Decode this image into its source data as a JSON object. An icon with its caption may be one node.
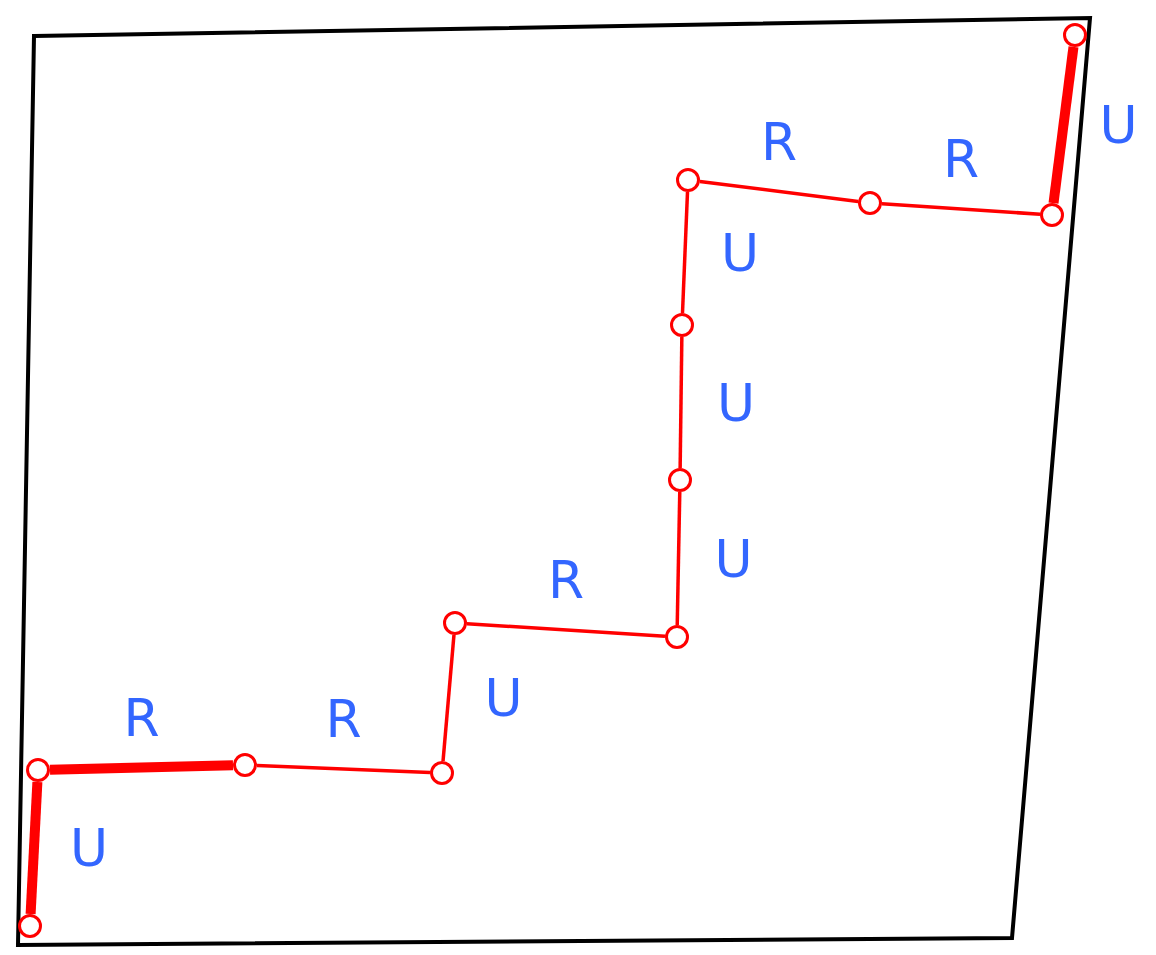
{
  "diagram": {
    "nodes": [
      {
        "text": [],
        "shape": "circle"
      },
      {
        "text": [],
        "shape": "circle"
      },
      {
        "text": [],
        "shape": "circle"
      },
      {
        "text": [],
        "shape": "circle"
      },
      {
        "text": [],
        "shape": "circle"
      },
      {
        "text": [],
        "shape": "circle"
      },
      {
        "text": [],
        "shape": "circle"
      },
      {
        "text": [],
        "shape": "circle"
      },
      {
        "text": [],
        "shape": "circle"
      },
      {
        "text": [],
        "shape": "circle"
      },
      {
        "text": [],
        "shape": "circle"
      },
      {
        "text": [],
        "shape": "circle"
      }
    ],
    "edges": [
      {
        "from": 0,
        "to": 1,
        "arrow": "none",
        "label": "U",
        "style": "thick"
      },
      {
        "from": 1,
        "to": 2,
        "arrow": "none",
        "label": "R",
        "style": "thick"
      },
      {
        "from": 2,
        "to": 3,
        "arrow": "none",
        "label": "R"
      },
      {
        "from": 3,
        "to": 4,
        "arrow": "none",
        "label": "U"
      },
      {
        "from": 4,
        "to": 5,
        "arrow": "none",
        "label": "R"
      },
      {
        "from": 5,
        "to": 6,
        "arrow": "none",
        "label": "U"
      },
      {
        "from": 6,
        "to": 7,
        "arrow": "none",
        "label": "U"
      },
      {
        "from": 7,
        "to": 8,
        "arrow": "none",
        "label": "U"
      },
      {
        "from": 8,
        "to": 9,
        "arrow": "none",
        "label": "R"
      },
      {
        "from": 9,
        "to": 10,
        "arrow": "none",
        "label": "R"
      },
      {
        "from": 10,
        "to": 11,
        "arrow": "none",
        "label": "U",
        "style": "thick"
      }
    ]
  }
}
